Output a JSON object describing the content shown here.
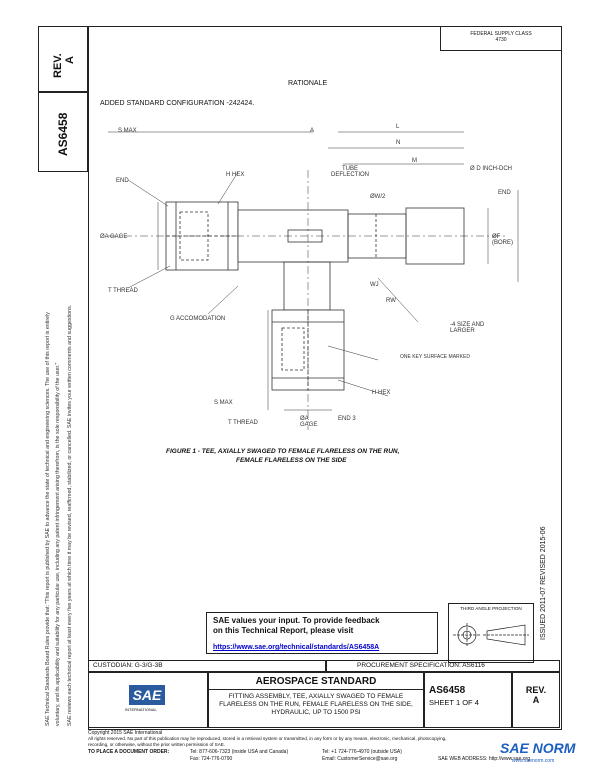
{
  "top_right_box": {
    "line1": "FEDERAL SUPPLY CLASS",
    "line2": "4730"
  },
  "left_panel": {
    "rev_label": "REV.",
    "rev_value": "A",
    "doc_number": "AS6458",
    "disclaimer_1": "SAE Technical Standards Board Rules provide that: \"This report is published by SAE to advance the state of technical and engineering sciences. The use of this report is entirely",
    "disclaimer_2": "voluntary, and its applicability and suitability for any particular use, including any patent infringement arising therefrom, is the sole responsibility of the user.\"",
    "disclaimer_3": "SAE reviews each technical report at least every five years at which time it may be revised, reaffirmed, stabilized, or cancelled. SAE invites your written comments and suggestions."
  },
  "rationale": {
    "heading": "RATIONALE",
    "text": "ADDED STANDARD CONFIGURATION -242424."
  },
  "drawing_labels": {
    "s_max": "S MAX",
    "a": "A",
    "l_top": "L",
    "n": "N",
    "tube_deflection": "TUBE DEFLECTION",
    "m": "M",
    "dia_d_inch": "Ø D INCH-DCH",
    "hex": "H HEX",
    "end": "END",
    "ga": "ØA GAGE",
    "tt_thread": "T THREAD",
    "ow2": "ØW/2",
    "df_bore": "ØF (BORE)",
    "g_acc": "G ACCOMODATION",
    "wj": "WJ",
    "rw": "RW",
    "d_size": "-4 SIZE AND LARGER",
    "key_note": "ONE KEY SURFACE MARKED",
    "h_hex2": "H HEX",
    "s_max2": "S MAX",
    "t_thread2": "T THREAD",
    "ga2": "ØA GAGE",
    "end2": "END 3"
  },
  "figure": {
    "caption_line1": "FIGURE 1 - TEE, AXIALLY SWAGED TO FEMALE FLARELESS ON THE RUN,",
    "caption_line2": "FEMALE FLARELESS ON THE SIDE"
  },
  "issued": "ISSUED 2011-07 REVISED 2015-06",
  "feedback": {
    "line1": "SAE values your input. To provide feedback",
    "line2": "on this Technical Report, please visit",
    "link": "https://www.sae.org/technical/standards/AS6458A"
  },
  "third_angle": "THIRD ANGLE PROJECTION",
  "custodian": "CUSTODIAN: G-3/G-3B",
  "procurement": "PROCUREMENT SPECIFICATION: AS6116",
  "title_block": {
    "logo": "SAE",
    "logo_sub": "INTERNATIONAL",
    "heading": "AEROSPACE STANDARD",
    "desc": "FITTING ASSEMBLY, TEE, AXIALLY SWAGED TO FEMALE FLARELESS ON THE RUN, FEMALE FLARELESS ON THE SIDE, HYDRAULIC, UP TO 1500 PSI",
    "doc": "AS6458",
    "sheet": "SHEET 1 OF 4",
    "rev_label": "REV.",
    "rev": "A"
  },
  "footer": {
    "copyright": "Copyright 2015 SAE International",
    "rights": "All rights reserved. No part of this publication may be reproduced, stored in a retrieval system or transmitted, in any form or by any means, electronic, mechanical, photocopying,",
    "rights2": "recording, or otherwise, without the prior written permission of SAE.",
    "order": "TO PLACE A DOCUMENT ORDER:",
    "tel1": "Tel: 877-606-7323 (inside USA and Canada)",
    "fax": "Fax: 724-776-0790",
    "tel2": "Tel: +1 724-776-4970 (outside USA)",
    "email": "Email: CustomerService@sae.org",
    "web": "SAE WEB ADDRESS: http://www.sae.org",
    "watermark": "SAE NORM",
    "watermark_sub": "www.saenorm.com"
  }
}
